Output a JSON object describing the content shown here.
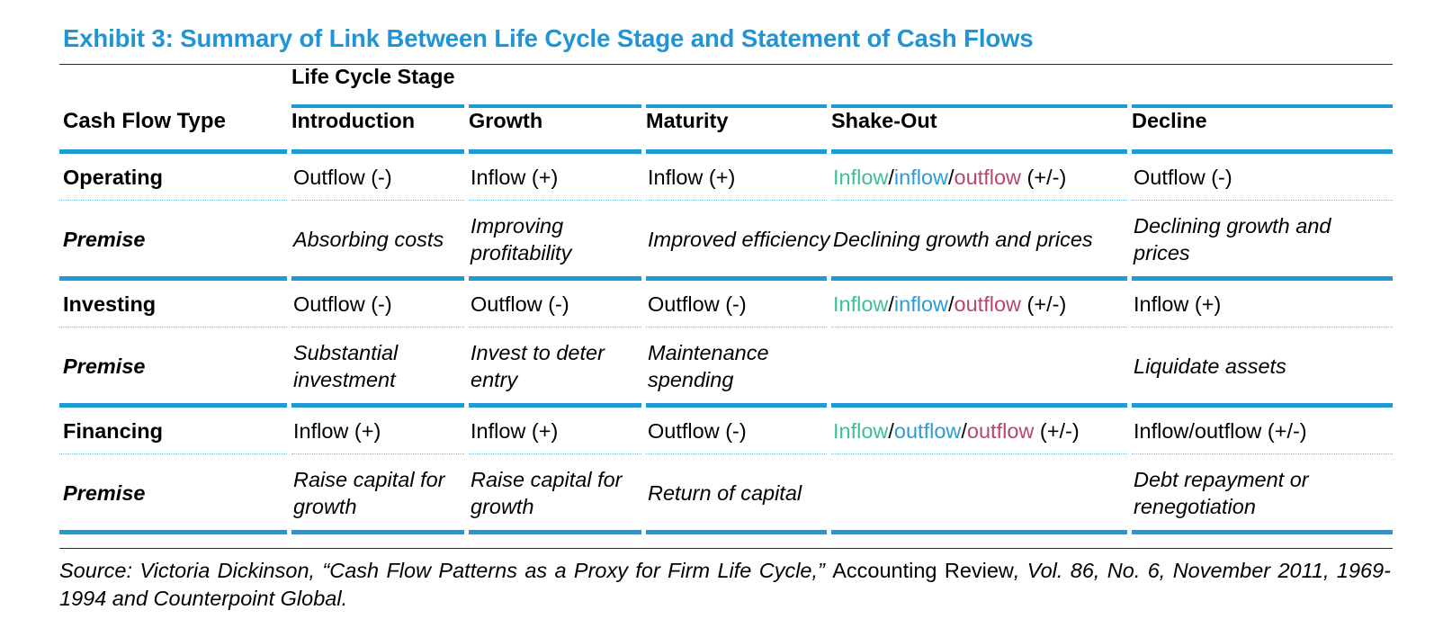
{
  "title": "Exhibit 3: Summary of Link Between Life Cycle Stage and Statement of Cash Flows",
  "colors": {
    "accent_blue": "#1f9ad6",
    "title_blue": "#1f95d6",
    "inflow_teal": "#3dbf98",
    "inflow_blue": "#2e9bd6",
    "outflow_maroon": "#b8486a",
    "dotted_rule": "#7fb9dd"
  },
  "table": {
    "span_header": "Life Cycle Stage",
    "row_label_header": "Cash Flow Type",
    "columns": [
      "Introduction",
      "Growth",
      "Maturity",
      "Shake-Out",
      "Decline"
    ],
    "rows": [
      {
        "label": "Operating",
        "kind": "type",
        "cells": [
          {
            "text": "Outflow (-)"
          },
          {
            "text": "Inflow (+)"
          },
          {
            "text": "Inflow (+)"
          },
          {
            "parts": [
              {
                "text": "Inflow",
                "color": "teal"
              },
              {
                "text": "/",
                "color": "black"
              },
              {
                "text": "inflow",
                "color": "blue"
              },
              {
                "text": "/",
                "color": "black"
              },
              {
                "text": "outflow",
                "color": "maroon"
              },
              {
                "text": " (+/-)",
                "color": "black"
              }
            ]
          },
          {
            "text": "Outflow (-)"
          }
        ]
      },
      {
        "label": "Premise",
        "kind": "premise",
        "cells": [
          {
            "text": "Absorbing costs"
          },
          {
            "text": "Improving profitability"
          },
          {
            "text": "Improved efficiency"
          },
          {
            "text": "Declining growth and prices"
          },
          {
            "text": "Declining growth and prices"
          }
        ]
      },
      {
        "label": "Investing",
        "kind": "type",
        "cells": [
          {
            "text": "Outflow (-)"
          },
          {
            "text": "Outflow (-)"
          },
          {
            "text": "Outflow (-)"
          },
          {
            "parts": [
              {
                "text": "Inflow",
                "color": "teal"
              },
              {
                "text": "/",
                "color": "black"
              },
              {
                "text": "inflow",
                "color": "blue"
              },
              {
                "text": "/",
                "color": "black"
              },
              {
                "text": "outflow",
                "color": "maroon"
              },
              {
                "text": " (+/-)",
                "color": "black"
              }
            ]
          },
          {
            "text": "Inflow (+)"
          }
        ]
      },
      {
        "label": "Premise",
        "kind": "premise",
        "cells": [
          {
            "text": "Substantial investment"
          },
          {
            "text": "Invest to deter entry"
          },
          {
            "text": "Maintenance spending"
          },
          {
            "text": ""
          },
          {
            "text": "Liquidate assets"
          }
        ]
      },
      {
        "label": "Financing",
        "kind": "type",
        "cells": [
          {
            "text": "Inflow (+)"
          },
          {
            "text": "Inflow (+)"
          },
          {
            "text": "Outflow (-)"
          },
          {
            "parts": [
              {
                "text": "Inflow",
                "color": "teal"
              },
              {
                "text": "/",
                "color": "black"
              },
              {
                "text": "outflow",
                "color": "blue"
              },
              {
                "text": "/",
                "color": "black"
              },
              {
                "text": "outflow",
                "color": "maroon"
              },
              {
                "text": " (+/-)",
                "color": "black"
              }
            ]
          },
          {
            "text": "Inflow/outflow (+/-)"
          }
        ]
      },
      {
        "label": "Premise",
        "kind": "premise",
        "cells": [
          {
            "text": "Raise capital for growth"
          },
          {
            "text": "Raise capital for growth"
          },
          {
            "text": "Return of capital"
          },
          {
            "text": ""
          },
          {
            "text": "Debt repayment or renegotiation"
          }
        ]
      }
    ]
  },
  "source": {
    "lead": "Source: Victoria Dickinson, “Cash Flow Patterns as a Proxy for Firm Life Cycle,” ",
    "journal": "Accounting Review",
    "tail": ", Vol. 86, No. 6, November 2011, 1969-1994 and Counterpoint Global."
  }
}
